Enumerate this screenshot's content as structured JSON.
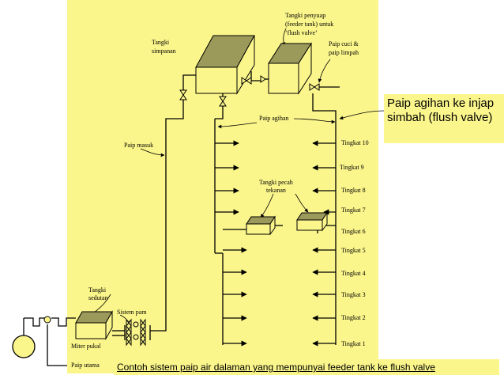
{
  "labels": {
    "feeder_tank": [
      "Tangki penyuap",
      "(feeder tank) untuk",
      "‘flush valve’"
    ],
    "storage_tank": [
      "Tangki",
      "simpanan"
    ],
    "wash_overflow": [
      "Paip cuci &",
      "paip limpah"
    ],
    "distribution_pipe": "Paip agihan",
    "inlet_pipe": "Paip masuk",
    "break_pressure_tank": [
      "Tangki pecah",
      "tekanan"
    ],
    "suction_tank": [
      "Tangki",
      "sedutan"
    ],
    "pump_system": "Sistem pam",
    "meter": "Miter pukal",
    "main_pipe": "Paip utama"
  },
  "levels": [
    "Tingkat 10",
    "Tingkat 9",
    "Tingkat 8",
    "Tingkat 7",
    "Tingkat 6",
    "Tingkat 5",
    "Tingkat 4",
    "Tingkat 3",
    "Tingkat 2",
    "Tingkat 1"
  ],
  "callout": "Paip agihan ke injap simbah (flush valve)",
  "caption": "Contoh sistem paip air dalaman yang mempunyai feeder tank ke flush valve",
  "colors": {
    "panel": "#fbf68b",
    "tank_top": "#9b9a5a",
    "line": "#000000"
  }
}
